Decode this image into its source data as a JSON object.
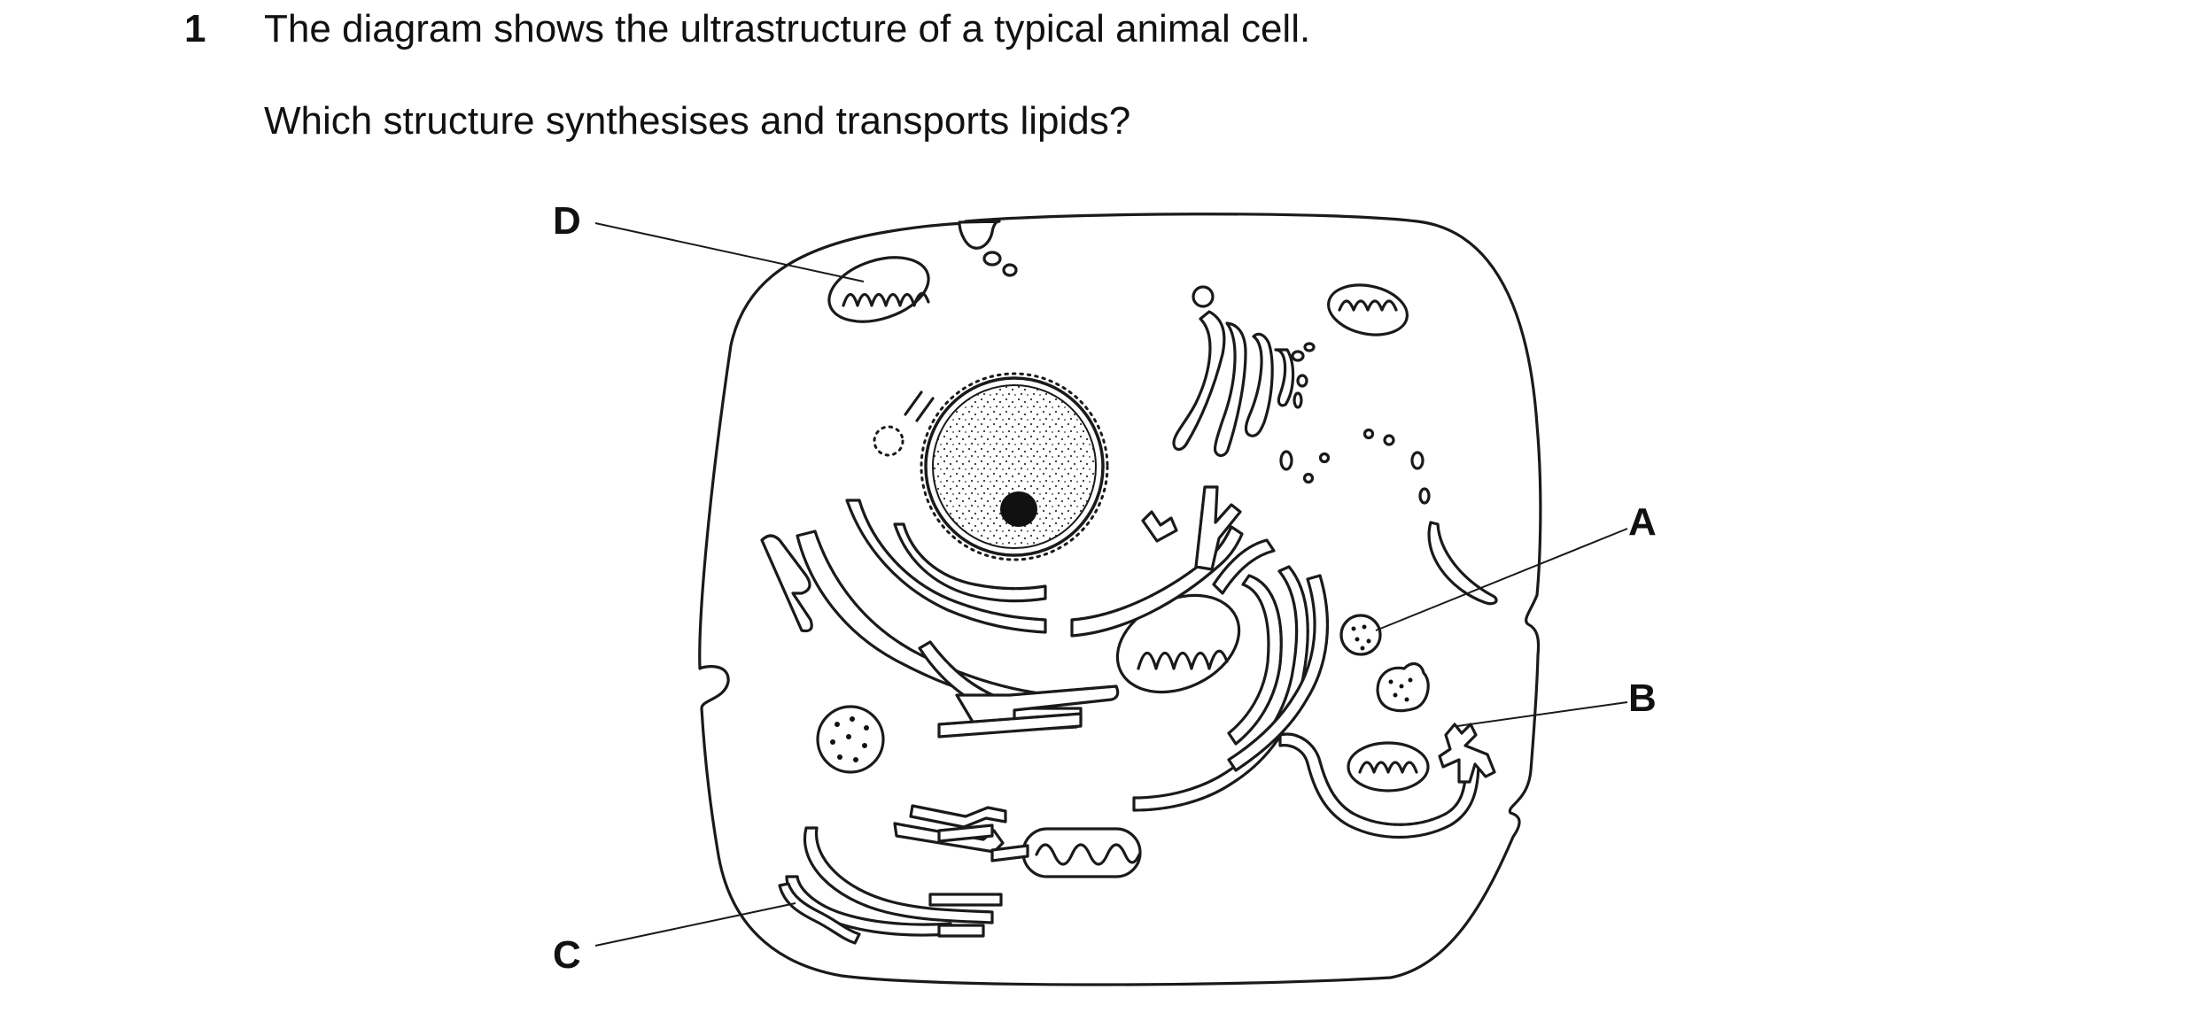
{
  "question": {
    "number": "1",
    "stem": "The diagram shows the ultrastructure of a typical animal cell.",
    "prompt": "Which structure synthesises and transports lipids?"
  },
  "diagram": {
    "labels": {
      "a": "A",
      "b": "B",
      "c": "C",
      "d": "D"
    }
  }
}
